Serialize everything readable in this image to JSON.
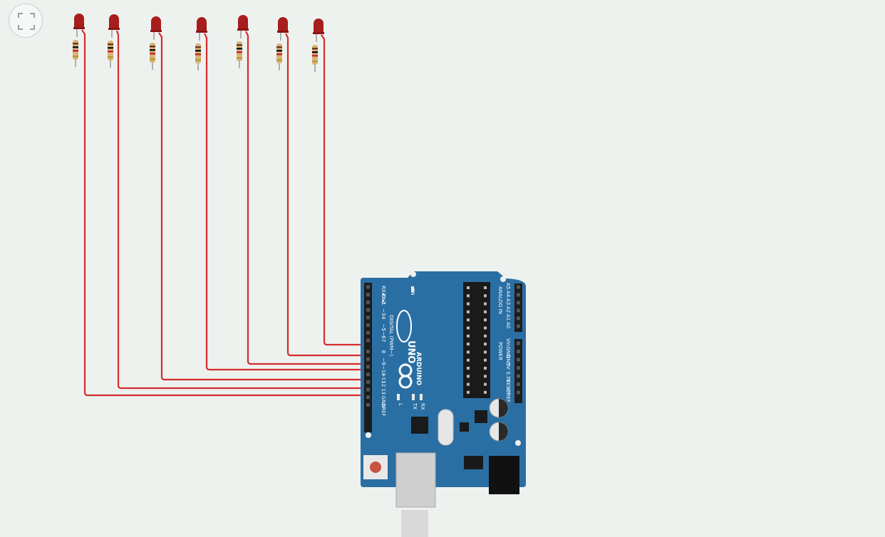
{
  "toolbar": {
    "fit_icon": "fit-to-view-icon"
  },
  "board": {
    "model_label": "UNO",
    "brand_label": "ARDUINO",
    "on_label": "ON",
    "digital_label": "DIGITAL (PWM~)",
    "analog_label": "ANALOG IN",
    "power_label": "POWER",
    "led_labels": [
      "L",
      "TX",
      "RX"
    ],
    "digital_pins": [
      "RX◂0",
      "TX▸1",
      "2",
      "~3",
      "4",
      "~5",
      "~6",
      "7",
      "8",
      "~9",
      "~10",
      "~11",
      "12",
      "13",
      "GND",
      "AREF"
    ],
    "analog_pins": [
      "A5",
      "A4",
      "A3",
      "A2",
      "A1",
      "A0"
    ],
    "power_pins": [
      "Vin",
      "GND",
      "GND",
      "5V",
      "3.3V",
      "RESET",
      "IOREF"
    ],
    "colors": {
      "board": "#2a6fa3",
      "trace": "#ffffff",
      "header": "#1c1c1c"
    }
  },
  "components": {
    "led_count": 7,
    "led_color": "#a81d1d",
    "wire_color": "#d42c2c",
    "connected_pins": [
      "7",
      "~6",
      "~9",
      "~10",
      "~11",
      "12",
      "13"
    ]
  }
}
